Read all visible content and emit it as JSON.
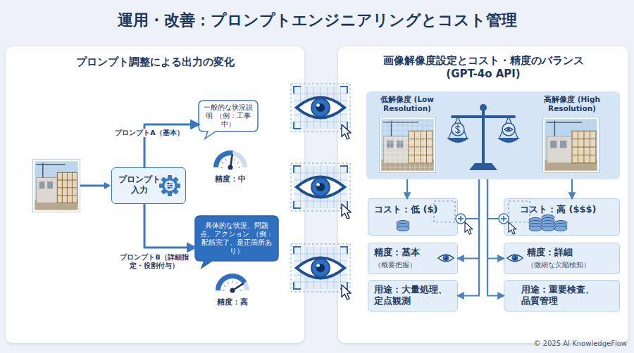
{
  "diagram": {
    "title": "運用・改善：プロンプトエンジニアリングとコスト管理",
    "nodes": [
      {
        "text": [
          "プロンプト調整による出力の変化"
        ]
      },
      {
        "text": [
          "プロンプト 入力"
        ],
        "in": 0
      },
      {
        "text": [
          "一般的な状況説明 （例：工事中）"
        ],
        "in": 0
      },
      {
        "text": [
          "具体的な状況、問題点、アクション （例：配筋完了、是正箇所あり）"
        ],
        "in": 0
      },
      {
        "text": [
          "画像解像度設定とコスト・精度のバランス (GPT-4o API)"
        ]
      },
      {
        "text": [
          "低解像度 (Low Resolution)",
          "高解像度 (High Resolution)"
        ],
        "in": 4
      },
      {
        "text": [
          "コスト：低 ($)"
        ],
        "in": 4
      },
      {
        "text": [
          "精度：基本",
          "（概要把握）"
        ],
        "in": 4
      },
      {
        "text": [
          "用途：大量処理、定点観測"
        ],
        "in": 4
      },
      {
        "text": [
          "コスト：高 ($$$)"
        ],
        "in": 4
      },
      {
        "text": [
          "精度：詳細",
          "（微細な欠陥検知）"
        ],
        "in": 4
      },
      {
        "text": [
          "用途：重要検査、品質管理"
        ],
        "in": 4
      }
    ],
    "edges": [
      {
        "from": 1,
        "to": 2,
        "arrow": "to",
        "label": "プロンプトA（基本）"
      },
      {
        "from": 1,
        "to": 3,
        "arrow": "to",
        "label": "プロンプトB（詳細指定・役割付与）"
      },
      {
        "from": 5,
        "to": 6,
        "arrow": "to"
      },
      {
        "from": 5,
        "to": 9,
        "arrow": "to"
      },
      {
        "from": 5,
        "to": 7,
        "arrow": "to"
      },
      {
        "from": 5,
        "to": 8,
        "arrow": "to"
      },
      {
        "from": 5,
        "to": 10,
        "arrow": "to"
      },
      {
        "from": 5,
        "to": 11,
        "arrow": "to"
      }
    ],
    "labels": [
      "精度：中",
      "精度：高",
      "© 2025 AI KnowledgeFlow"
    ]
  }
}
